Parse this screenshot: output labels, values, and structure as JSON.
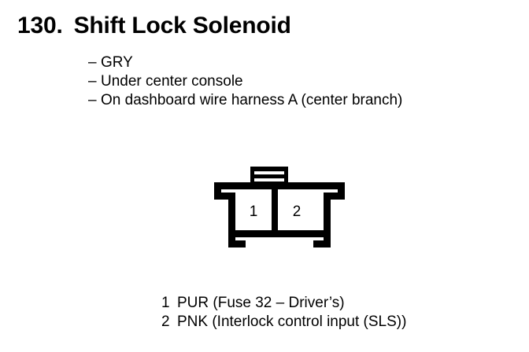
{
  "page": {
    "background_color": "#ffffff",
    "ink_color": "#000000"
  },
  "heading": {
    "number": "130.",
    "title": "Shift Lock Solenoid"
  },
  "notes": {
    "dash": "–",
    "items": [
      {
        "text": "GRY"
      },
      {
        "text": "Under center console"
      },
      {
        "text": "On dashboard wire harness A (center branch)"
      }
    ]
  },
  "connector": {
    "name": "2-cavity connector",
    "latch_label": "latch-tab",
    "cavities": [
      {
        "number": "1"
      },
      {
        "number": "2"
      }
    ]
  },
  "legend": {
    "rows": [
      {
        "pin": "1",
        "desc": "PUR (Fuse 32 – Driver’s)"
      },
      {
        "pin": "2",
        "desc": "PNK (Interlock control input (SLS))"
      }
    ]
  }
}
